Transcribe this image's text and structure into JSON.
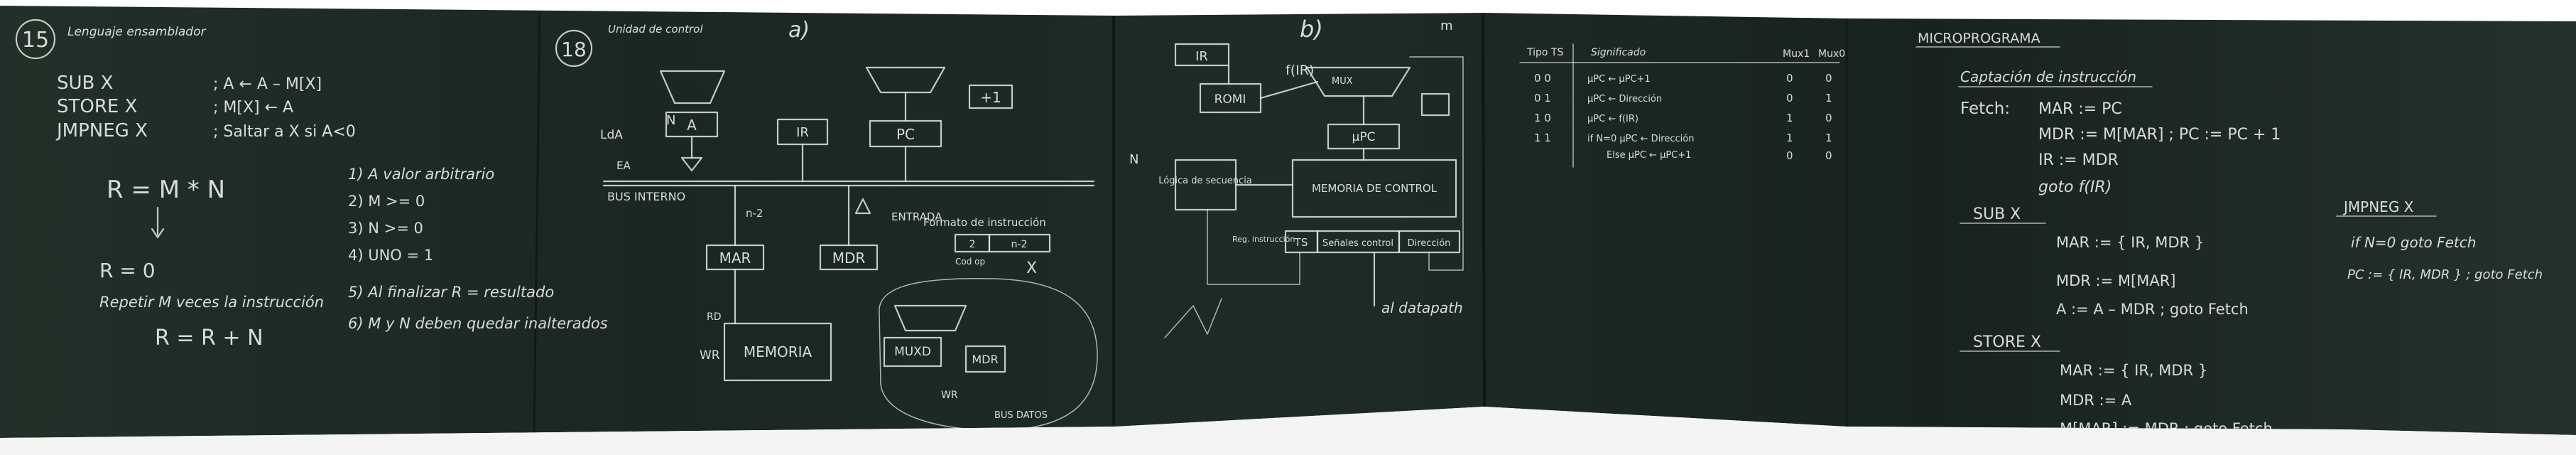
{
  "panel1": {
    "number": "15",
    "heading": "Lenguaje ensamblador",
    "code": [
      [
        "SUB X",
        "; A ← A – M[X]"
      ],
      [
        "STORE X",
        "; M[X] ← A"
      ],
      [
        "JMPNEG X",
        "; Saltar a X si A<0"
      ]
    ],
    "equation": "R = M * N",
    "init": "R = 0",
    "loop": "Repetir M veces la instrucción",
    "loop_body": "R = R + N",
    "assumptions": [
      "1) A valor arbitrario",
      "2) M >= 0",
      "3) N >= 0",
      "4) UNO = 1",
      "5) Al finalizar R = resultado",
      "6) M y N deben quedar inalterados"
    ]
  },
  "panel2": {
    "number": "18",
    "heading": "Unidad de control",
    "part_a": "a)",
    "part_b": "b)",
    "labels_a": {
      "alu": "A",
      "n": "N",
      "lda": "LdA",
      "ea": "EA",
      "bus": "BUS INTERNO",
      "n2": "n-2",
      "ir": "IR",
      "pc": "PC",
      "plus1": "+1",
      "mar": "MAR",
      "mdr": "MDR",
      "memoria": "MEMORIA",
      "muxd": "MUXD",
      "mdr2": "MDR",
      "rd": "RD",
      "wr": "WR",
      "bus_datos": "BUS DATOS",
      "entrada": "ENTRADA",
      "formato": "Formato de instrucción",
      "instr_fields": [
        "2",
        "n-2"
      ],
      "cod_op": "Cod op",
      "x": "X"
    },
    "labels_b": {
      "ir": "IR",
      "rom": "ROMI",
      "fir": "f(IR)",
      "upc": "μPC",
      "mux": "MUX",
      "logic": "Lógica de secuencia",
      "n": "N",
      "m": "m",
      "memoria": "MEMORIA DE CONTROL",
      "ts": "TS",
      "senales": "Señales control",
      "direccion": "Dirección",
      "datapath": "al datapath",
      "reg_inst": "Reg. instrucción"
    }
  },
  "panel3": {
    "table_headers": [
      "Tipo TS",
      "Significado",
      "Mux1",
      "Mux0"
    ],
    "table_rows": [
      [
        "0 0",
        "μPC ← μPC+1",
        "0",
        "0"
      ],
      [
        "0 1",
        "μPC ← Dirección",
        "0",
        "1"
      ],
      [
        "1 0",
        "μPC ← f(IR)",
        "1",
        "0"
      ],
      [
        "1 1",
        "if N=0 μPC ← Dirección",
        "1",
        "1"
      ],
      [
        "",
        "Else μPC ← μPC+1",
        "0",
        "0"
      ]
    ]
  },
  "panel4": {
    "title": "MICROPROGRAMA",
    "subtitle": "Captación de instrucción",
    "fetch_label": "Fetch:",
    "fetch": [
      "MAR := PC",
      "MDR := M[MAR] ; PC := PC + 1",
      "IR := MDR",
      "goto f(IR)"
    ],
    "sub_label": "SUB X",
    "sub": [
      "MAR := { IR, MDR }",
      "MDR := M[MAR]",
      "A := A – MDR ; goto Fetch"
    ],
    "store_label": "STORE X",
    "store": [
      "MAR := { IR, MDR }",
      "MDR := A",
      "M[MAR] := MDR ; goto Fetch"
    ],
    "jmpneg_label": "JMPNEG X",
    "jmpneg": [
      "if N=0 goto Fetch",
      "PC := { IR, MDR } ; goto Fetch"
    ]
  }
}
